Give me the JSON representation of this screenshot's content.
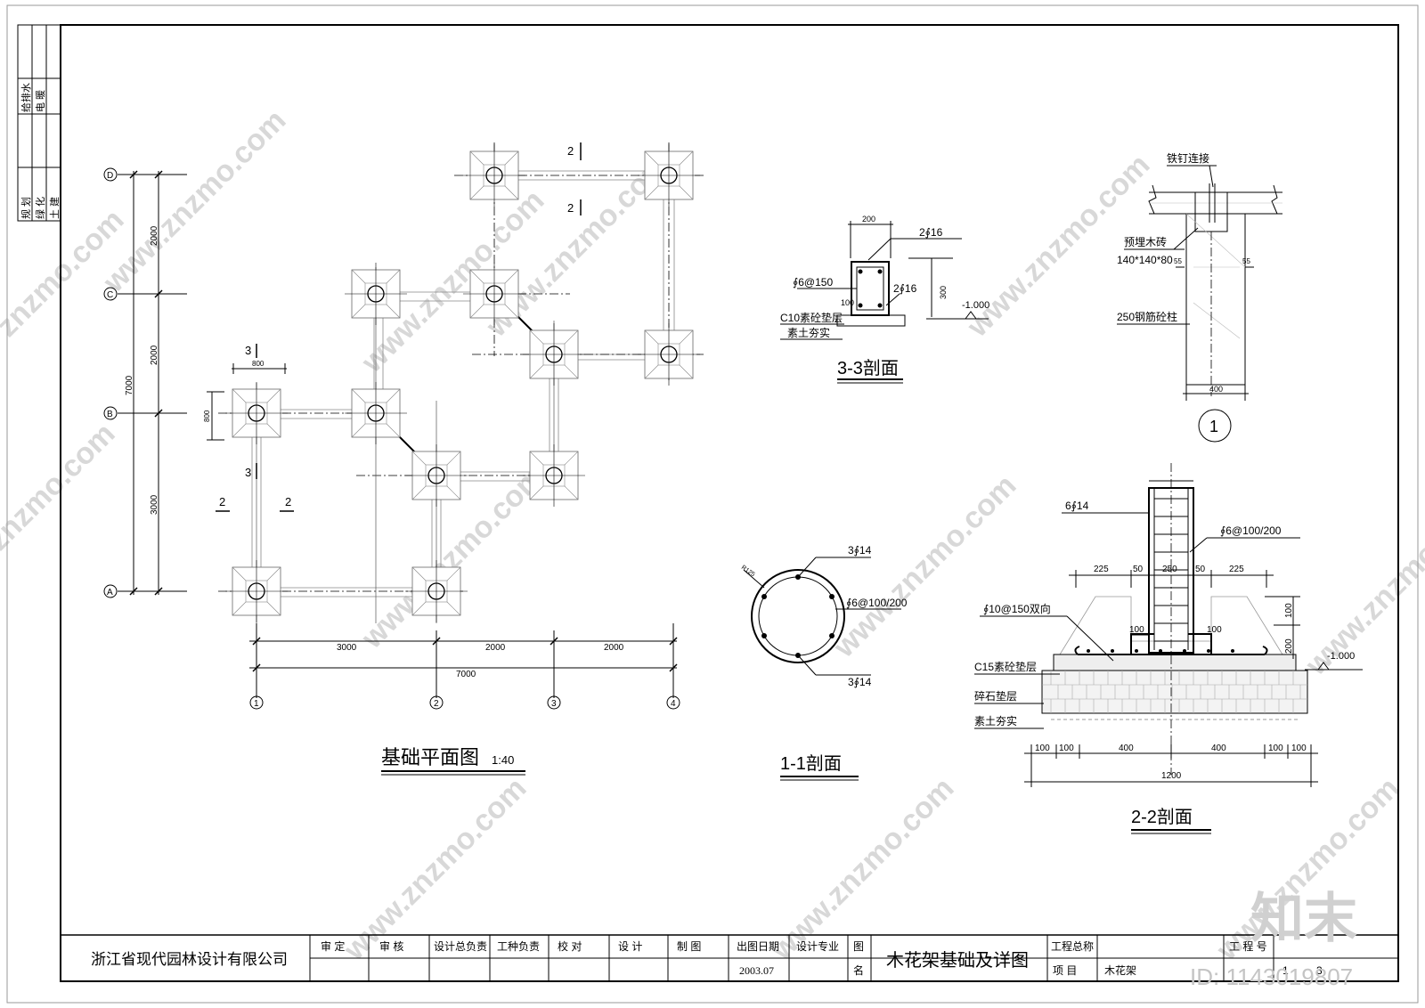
{
  "side_block": {
    "top_labels": [
      "给排水",
      "电  暖"
    ],
    "bottom_labels": [
      "规  划",
      "绿  化",
      "土  建"
    ]
  },
  "plan": {
    "title": "基础平面图",
    "scale": "1:40",
    "axes_rows": [
      "D",
      "C",
      "B",
      "A"
    ],
    "axes_cols": [
      "1",
      "2",
      "3",
      "4"
    ],
    "left_dims": [
      "2000",
      "2000",
      "3000"
    ],
    "left_total": "7000",
    "bottom_dims": [
      "3000",
      "2000",
      "2000"
    ],
    "bottom_total": "7000",
    "pad_w": "800",
    "pad_h": "800",
    "section_marks": {
      "s2": "2",
      "s3": "3"
    }
  },
  "sec33": {
    "title": "3-3剖面",
    "width": "200",
    "top_bar": "2∮16",
    "stirrup": "∮6@150",
    "bottom_bar": "2∮16",
    "depth": "300",
    "cover": "100",
    "level": "-1.000",
    "layer1": "C10素砼垫层",
    "layer2": "素土夯实"
  },
  "detail1": {
    "label1": "铁钉连接",
    "label2": "预埋木砖",
    "label3": "140*140*80",
    "label4": "250钢筋砼柱",
    "dim_side": "55",
    "dim_bottom": "400",
    "circle": "1"
  },
  "sec11": {
    "title": "1-1剖面",
    "top_bar": "3∮14",
    "stirrup": "∮6@100/200",
    "bottom_bar": "3∮14",
    "radius": "R125"
  },
  "sec22": {
    "title": "2-2剖面",
    "col_bar": "6∮14",
    "stirrup": "∮6@100/200",
    "mesh": "∮10@150双向",
    "layer1": "C15素砼垫层",
    "layer2": "碎石垫层",
    "layer3": "素土夯实",
    "level": "-1.000",
    "dims_top": [
      "225",
      "50",
      "250",
      "50",
      "225"
    ],
    "dims_v": [
      "100",
      "200"
    ],
    "dims_inner": [
      "100",
      "100"
    ],
    "dims_bottom": [
      "100",
      "100",
      "400",
      "400",
      "100",
      "100"
    ],
    "total": "1200"
  },
  "title_block": {
    "company": "浙江省现代园林设计有限公司",
    "roles": [
      "审    定",
      "审    核",
      "设计总负责",
      "工种负责",
      "校    对",
      "设    计",
      "制    图"
    ],
    "date_label": "出图日期",
    "date": "2003.07",
    "spec_label": "设计专业",
    "tu": "图",
    "ming": "名",
    "drawing_name": "木花架基础及详图",
    "project_total": "工程总称",
    "project_label": "项    目",
    "project_value": "木花架",
    "job_no": "工 程 号",
    "sheet_partial": "1",
    "sheet_partial2": "3"
  },
  "watermark": {
    "site": "znzmo.com",
    "site_alt": "www.znzmo.com",
    "brand": "知末",
    "id": "ID: 1143019807"
  }
}
